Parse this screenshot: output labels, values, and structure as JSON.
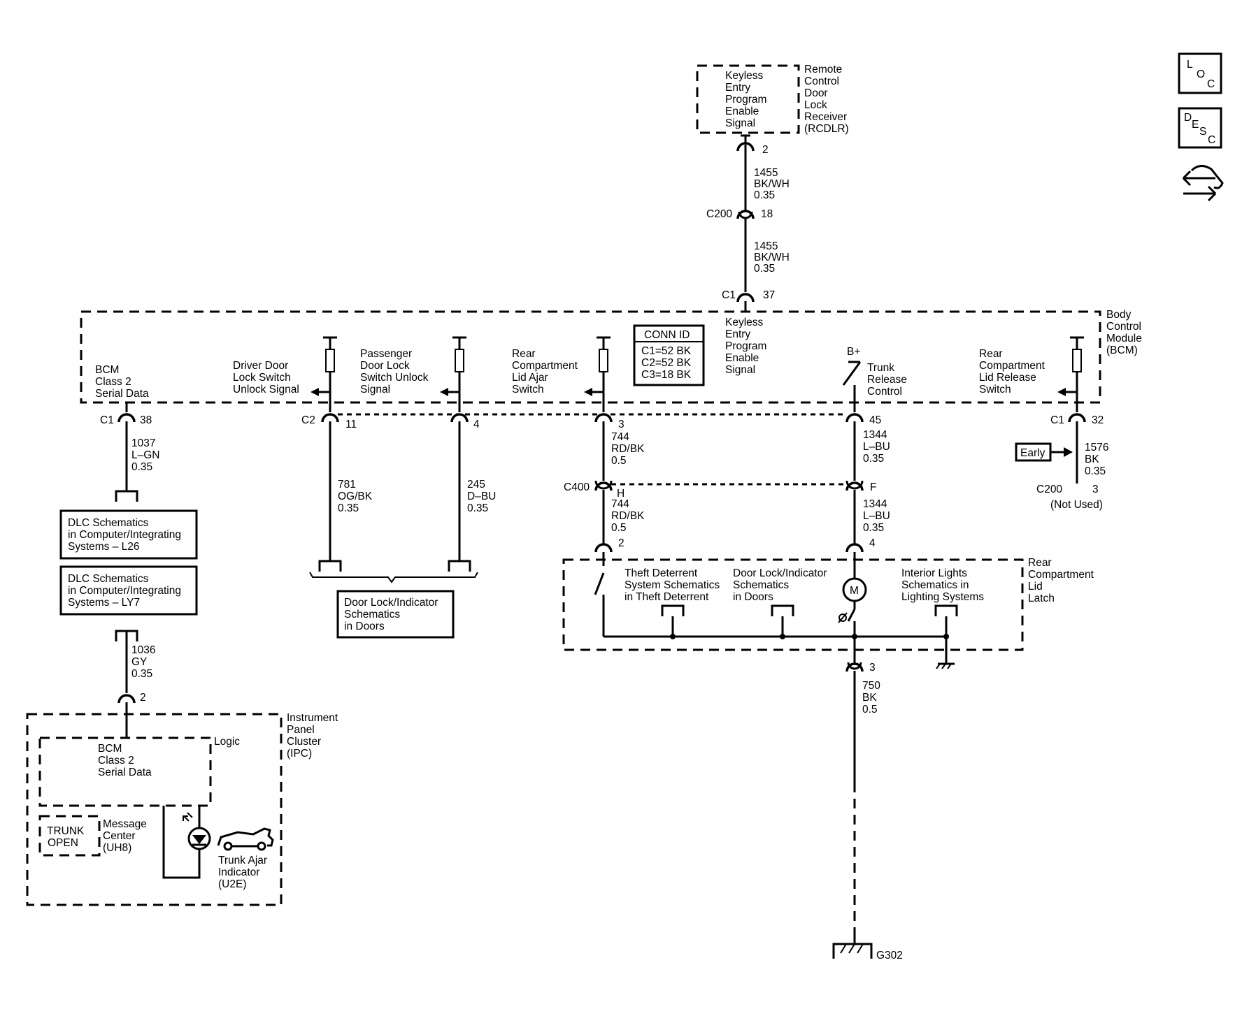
{
  "icons": {
    "loc": "LOC",
    "desc": "DESC",
    "nav": "transfer-arrows-icon"
  },
  "rcdlr": {
    "inner": [
      "Keyless",
      "Entry",
      "Program",
      "Enable",
      "Signal"
    ],
    "name": [
      "Remote",
      "Control",
      "Door",
      "Lock",
      "Receiver",
      "(RCDLR)"
    ],
    "pin": "2"
  },
  "wire_1455_a": [
    "1455",
    "BK/WH",
    "0.35"
  ],
  "c200_top": {
    "id": "C200",
    "pin": "18"
  },
  "wire_1455_b": [
    "1455",
    "BK/WH",
    "0.35"
  ],
  "c1_top": {
    "id": "C1",
    "pin": "37"
  },
  "bcm": {
    "name": [
      "Body",
      "Control",
      "Module",
      "(BCM)"
    ],
    "keyless": [
      "Keyless",
      "Entry",
      "Program",
      "Enable",
      "Signal"
    ],
    "conn_id": {
      "title": "CONN ID",
      "lines": [
        "C1=52 BK",
        "C2=52 BK",
        "C3=18 BK"
      ]
    },
    "serial": [
      "BCM",
      "Class 2",
      "Serial Data"
    ],
    "driver": [
      "Driver Door",
      "Lock Switch",
      "Unlock Signal"
    ],
    "passenger": [
      "Passenger",
      "Door Lock",
      "Switch Unlock",
      "Signal"
    ],
    "rear_ajar": [
      "Rear",
      "Compartment",
      "Lid Ajar",
      "Switch"
    ],
    "bplus": "B+",
    "trunk_release": [
      "Trunk",
      "Release",
      "Control"
    ],
    "rear_release": [
      "Rear",
      "Compartment",
      "Lid Release",
      "Switch"
    ]
  },
  "pins": {
    "c1_38": {
      "id": "C1",
      "pin": "38"
    },
    "c2_11": {
      "id": "C2",
      "pin": "11"
    },
    "p4": "4",
    "p3": "3",
    "p45": "45",
    "c1_32": {
      "id": "C1",
      "pin": "32"
    }
  },
  "wire_1037": [
    "1037",
    "L–GN",
    "0.35"
  ],
  "wire_781": [
    "781",
    "OG/BK",
    "0.35"
  ],
  "wire_245": [
    "245",
    "D–BU",
    "0.35"
  ],
  "wire_744_a": [
    "744",
    "RD/BK",
    "0.5"
  ],
  "wire_1344_a": [
    "1344",
    "L–BU",
    "0.35"
  ],
  "wire_1576": [
    "1576",
    "BK",
    "0.35"
  ],
  "early": "Early",
  "c200_unused": {
    "id": "C200",
    "pin": "3",
    "note": "(Not Used)"
  },
  "c400": {
    "id": "C400",
    "pin_h": "H",
    "pin_f": "F"
  },
  "wire_744_b": [
    "744",
    "RD/BK",
    "0.5"
  ],
  "wire_1344_b": [
    "1344",
    "L–BU",
    "0.35"
  ],
  "latch": {
    "pin2": "2",
    "pin4": "4",
    "name": [
      "Rear",
      "Compartment",
      "Lid",
      "Latch"
    ],
    "theft": [
      "Theft Deterrent",
      "System Schematics",
      "in Theft Deterrent"
    ],
    "doorlock": [
      "Door Lock/Indicator",
      "Schematics",
      "in Doors"
    ],
    "interior": [
      "Interior Lights",
      "Schematics in",
      "Lighting Systems"
    ],
    "motor": "M",
    "pin3": "3"
  },
  "wire_750": [
    "750",
    "BK",
    "0.5"
  ],
  "ground": "G302",
  "doors_box": [
    "Door Lock/Indicator",
    "Schematics",
    "in Doors"
  ],
  "dlc_l26": [
    "DLC Schematics",
    "in Computer/Integrating",
    "Systems – L26"
  ],
  "dlc_ly7": [
    "DLC Schematics",
    "in Computer/Integrating",
    "Systems – LY7"
  ],
  "wire_1036": [
    "1036",
    "GY",
    "0.35"
  ],
  "ipc": {
    "pin": "2",
    "name": [
      "Instrument",
      "Panel",
      "Cluster",
      "(IPC)"
    ],
    "logic": "Logic",
    "serial": [
      "BCM",
      "Class 2",
      "Serial Data"
    ],
    "trunk_open": [
      "TRUNK",
      "OPEN"
    ],
    "message": [
      "Message",
      "Center",
      "(UH8)"
    ],
    "trunk_ajar": [
      "Trunk Ajar",
      "Indicator",
      "(U2E)"
    ]
  }
}
